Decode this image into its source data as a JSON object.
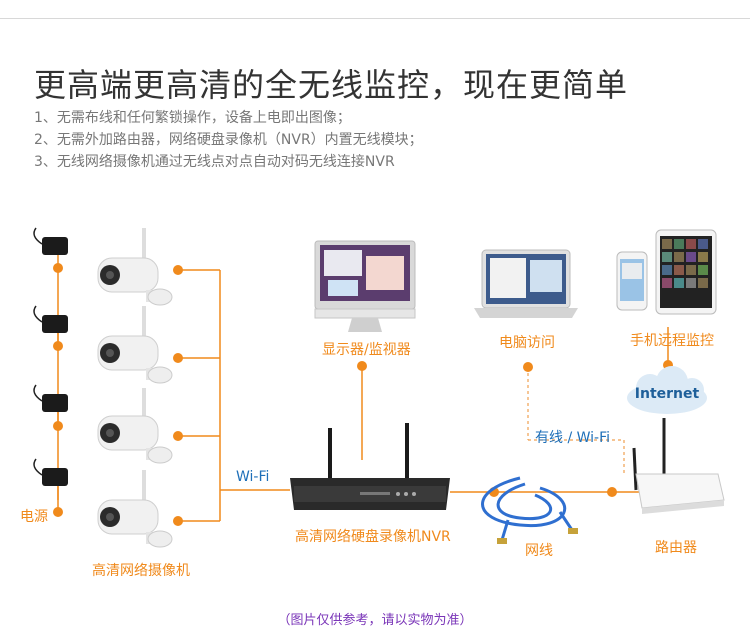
{
  "header": {
    "title": "更高端更高清的全无线监控，现在更简单",
    "bullets": [
      "1、无需布线和任何繁锁操作，设备上电即出图像；",
      "2、无需外加路由器，网络硬盘录像机（NVR）内置无线模块；",
      "3、无线网络摄像机通过无线点对点自动对码无线连接NVR"
    ]
  },
  "labels": {
    "power": "电源",
    "cameras": "高清网络摄像机",
    "wifi_left": "Wi-Fi",
    "nvr": "高清网络硬盘录像机NVR",
    "monitor": "显示器/监视器",
    "pc": "电脑访问",
    "mobile": "手机远程监控",
    "internet": "Internet",
    "wired_wifi": "有线 / Wi-Fi",
    "cable": "网线",
    "router": "路由器"
  },
  "footer": {
    "note": "（图片仅供参考，请以实物为准）"
  },
  "colors": {
    "accent": "#f08a1c",
    "blue": "#1e6fb8",
    "footnote": "#7a35b8"
  }
}
